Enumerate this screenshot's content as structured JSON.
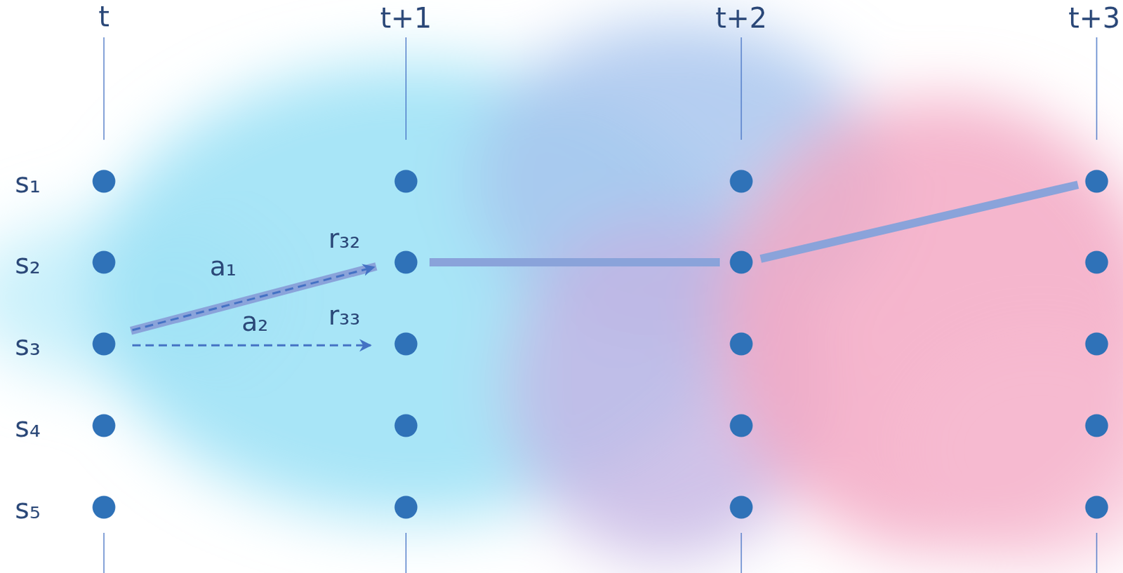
{
  "diagram": {
    "labels": [
      "t",
      "t+1",
      "t+2",
      "t+3",
      "s₁",
      "s₂",
      "s₃",
      "s₄",
      "s₅",
      "a₁",
      "a₂",
      "r₃₂",
      "r₃₃"
    ]
  }
}
